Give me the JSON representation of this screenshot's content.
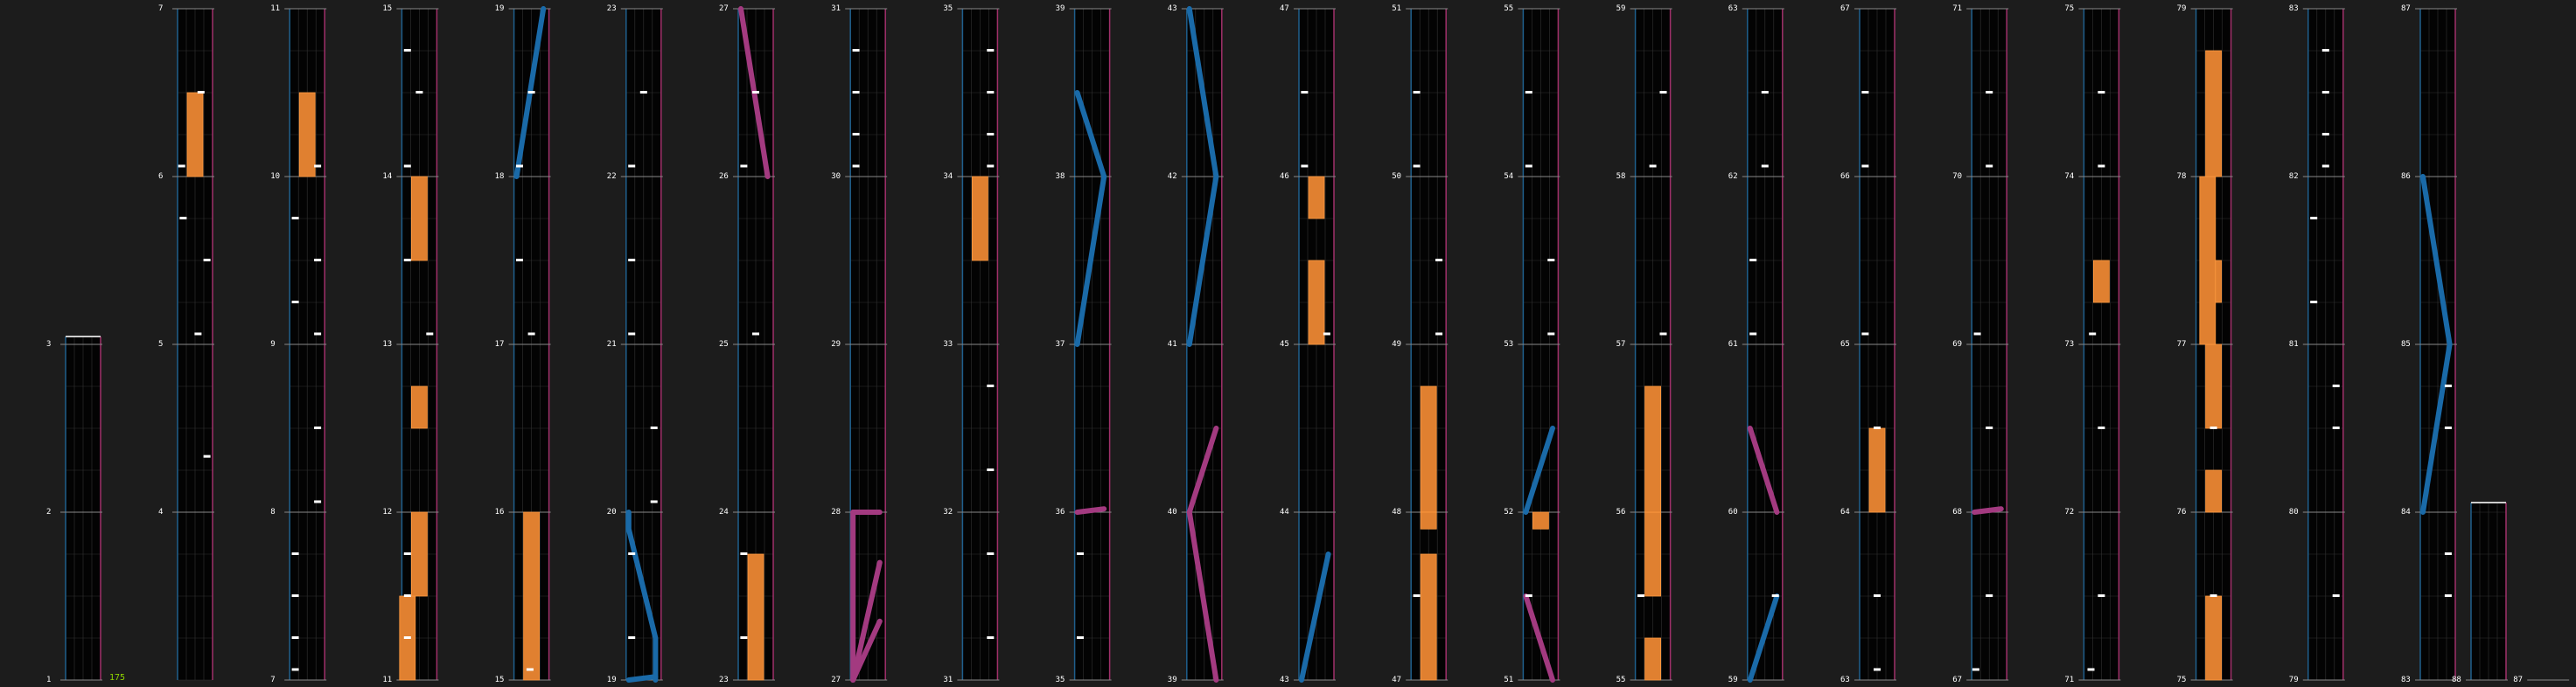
{
  "chart_data": {
    "type": "rhythm-game-chart",
    "difficulty_label": "175",
    "colors": {
      "background": "#1c1c1c",
      "lane_bg": "#030303",
      "left_line": "#1f5f8c",
      "right_line": "#a0306a",
      "grid_line": "#333333",
      "measure_line": "#8a8a8a",
      "note": "#ffffff",
      "hold": "#e08030",
      "slide_left": "#1a6aa8",
      "slide_right": "#a33a80",
      "number": "#ffffff",
      "level": "#8fd400"
    },
    "measure_labels": [
      "1",
      "2",
      "3",
      "4",
      "5",
      "6",
      "7",
      "8",
      "9",
      "10",
      "11",
      "12",
      "13",
      "14",
      "15",
      "16",
      "17",
      "18",
      "19",
      "20",
      "21",
      "22",
      "23",
      "24",
      "25",
      "26",
      "27",
      "28",
      "29",
      "30",
      "31",
      "32",
      "33",
      "34",
      "35",
      "36",
      "37",
      "38",
      "39",
      "40",
      "41",
      "42",
      "43",
      "44",
      "45",
      "46",
      "47",
      "48",
      "49",
      "50",
      "51",
      "52",
      "53",
      "54",
      "55",
      "56",
      "57",
      "58",
      "59",
      "60",
      "61",
      "62",
      "63",
      "64",
      "65",
      "66",
      "67",
      "68",
      "69",
      "70",
      "71",
      "72",
      "73",
      "74",
      "75",
      "76",
      "77",
      "78",
      "79",
      "80",
      "81",
      "82",
      "83",
      "84",
      "85",
      "86",
      "87",
      "88"
    ],
    "columns": [
      {
        "first": 3,
        "last": 7
      },
      {
        "first": 7,
        "last": 11
      },
      {
        "first": 11,
        "last": 15
      },
      {
        "first": 15,
        "last": 19
      },
      {
        "first": 19,
        "last": 23
      },
      {
        "first": 23,
        "last": 27
      },
      {
        "first": 27,
        "last": 31
      },
      {
        "first": 31,
        "last": 35
      },
      {
        "first": 35,
        "last": 39
      },
      {
        "first": 39,
        "last": 43
      },
      {
        "first": 43,
        "last": 47
      },
      {
        "first": 47,
        "last": 51
      },
      {
        "first": 51,
        "last": 55
      },
      {
        "first": 55,
        "last": 59
      },
      {
        "first": 59,
        "last": 63
      },
      {
        "first": 63,
        "last": 67
      },
      {
        "first": 67,
        "last": 71
      },
      {
        "first": 71,
        "last": 75
      },
      {
        "first": 75,
        "last": 79
      },
      {
        "first": 79,
        "last": 83
      },
      {
        "first": 83,
        "last": 87
      },
      {
        "first": 87,
        "last": 88
      }
    ],
    "notes": [
      [
        4,
        0.33,
        0.9
      ],
      [
        5,
        0.06,
        0.6
      ],
      [
        5,
        0.5,
        0.9
      ],
      [
        5,
        0.75,
        0.1
      ],
      [
        6,
        0.06,
        0.05
      ],
      [
        6,
        0.5,
        0.7
      ],
      [
        7,
        0.06,
        0.1
      ],
      [
        7,
        0.25,
        0.1
      ],
      [
        7,
        0.5,
        0.1
      ],
      [
        7,
        0.75,
        0.1
      ],
      [
        8,
        0.06,
        0.85
      ],
      [
        8,
        0.5,
        0.85
      ],
      [
        9,
        0.06,
        0.85
      ],
      [
        9,
        0.25,
        0.1
      ],
      [
        9,
        0.5,
        0.85
      ],
      [
        9,
        0.75,
        0.1
      ],
      [
        10,
        0.06,
        0.85
      ],
      [
        11,
        0.25,
        0.1
      ],
      [
        11,
        0.5,
        0.1
      ],
      [
        11,
        0.75,
        0.1
      ],
      [
        13,
        0.06,
        0.85
      ],
      [
        13,
        0.5,
        0.1
      ],
      [
        14,
        0.06,
        0.1
      ],
      [
        14,
        0.5,
        0.5
      ],
      [
        14,
        0.75,
        0.1
      ],
      [
        15,
        0.06,
        0.45
      ],
      [
        17,
        0.06,
        0.5
      ],
      [
        17,
        0.5,
        0.1
      ],
      [
        18,
        0.06,
        0.1
      ],
      [
        18,
        0.5,
        0.5
      ],
      [
        19,
        0.25,
        0.1
      ],
      [
        19,
        0.75,
        0.1
      ],
      [
        20,
        0.06,
        0.85
      ],
      [
        20,
        0.5,
        0.85
      ],
      [
        21,
        0.06,
        0.1
      ],
      [
        21,
        0.5,
        0.1
      ],
      [
        22,
        0.06,
        0.1
      ],
      [
        22,
        0.5,
        0.5
      ],
      [
        23,
        0.25,
        0.1
      ],
      [
        23,
        0.75,
        0.1
      ],
      [
        25,
        0.06,
        0.5
      ],
      [
        26,
        0.06,
        0.1
      ],
      [
        26,
        0.5,
        0.5
      ],
      [
        30,
        0.06,
        0.1
      ],
      [
        30,
        0.25,
        0.1
      ],
      [
        30,
        0.5,
        0.1
      ],
      [
        30,
        0.75,
        0.1
      ],
      [
        31,
        0.25,
        0.85
      ],
      [
        31,
        0.75,
        0.85
      ],
      [
        32,
        0.25,
        0.85
      ],
      [
        32,
        0.75,
        0.85
      ],
      [
        34,
        0.06,
        0.85
      ],
      [
        34,
        0.25,
        0.85
      ],
      [
        34,
        0.5,
        0.85
      ],
      [
        34,
        0.75,
        0.85
      ],
      [
        35,
        0.25,
        0.1
      ],
      [
        35,
        0.75,
        0.1
      ],
      [
        45,
        0.06,
        0.85
      ],
      [
        46,
        0.06,
        0.1
      ],
      [
        46,
        0.5,
        0.1
      ],
      [
        47,
        0.5,
        0.1
      ],
      [
        49,
        0.06,
        0.85
      ],
      [
        49,
        0.5,
        0.85
      ],
      [
        50,
        0.06,
        0.1
      ],
      [
        50,
        0.5,
        0.1
      ],
      [
        51,
        0.5,
        0.1
      ],
      [
        53,
        0.06,
        0.85
      ],
      [
        53,
        0.5,
        0.85
      ],
      [
        54,
        0.06,
        0.1
      ],
      [
        54,
        0.5,
        0.1
      ],
      [
        55,
        0.5,
        0.1
      ],
      [
        57,
        0.06,
        0.85
      ],
      [
        58,
        0.06,
        0.5
      ],
      [
        58,
        0.5,
        0.85
      ],
      [
        59,
        0.5,
        0.85
      ],
      [
        61,
        0.06,
        0.1
      ],
      [
        61,
        0.5,
        0.1
      ],
      [
        62,
        0.06,
        0.5
      ],
      [
        62,
        0.5,
        0.5
      ],
      [
        63,
        0.06,
        0.5
      ],
      [
        63,
        0.5,
        0.5
      ],
      [
        64,
        0.5,
        0.5
      ],
      [
        65,
        0.06,
        0.1
      ],
      [
        66,
        0.06,
        0.1
      ],
      [
        66,
        0.5,
        0.1
      ],
      [
        67,
        0.5,
        0.5
      ],
      [
        67,
        0.06,
        0.05
      ],
      [
        68,
        0.5,
        0.5
      ],
      [
        69,
        0.06,
        0.1
      ],
      [
        70,
        0.06,
        0.5
      ],
      [
        70,
        0.5,
        0.5
      ],
      [
        71,
        0.5,
        0.5
      ],
      [
        71,
        0.06,
        0.15
      ],
      [
        72,
        0.5,
        0.5
      ],
      [
        73,
        0.06,
        0.2
      ],
      [
        74,
        0.06,
        0.5
      ],
      [
        74,
        0.5,
        0.5
      ],
      [
        75,
        0.5,
        0.5
      ],
      [
        76,
        0.5,
        0.5
      ],
      [
        79,
        0.5,
        0.85
      ],
      [
        80,
        0.5,
        0.85
      ],
      [
        80,
        0.75,
        0.85
      ],
      [
        81,
        0.25,
        0.1
      ],
      [
        81,
        0.75,
        0.1
      ],
      [
        82,
        0.06,
        0.5
      ],
      [
        82,
        0.25,
        0.5
      ],
      [
        82,
        0.5,
        0.5
      ],
      [
        82,
        0.75,
        0.5
      ],
      [
        83,
        0.5,
        0.85
      ],
      [
        83,
        0.75,
        0.85
      ],
      [
        84,
        0.5,
        0.85
      ],
      [
        84,
        0.75,
        0.85
      ]
    ],
    "holds": [
      [
        6,
        0.0,
        0.5,
        0.5
      ],
      [
        10,
        0.0,
        0.5,
        0.5
      ],
      [
        11,
        0.0,
        0.5,
        0.1
      ],
      [
        12,
        0.5,
        0.75,
        0.5
      ],
      [
        11,
        0.5,
        1.0,
        0.5
      ],
      [
        13,
        0.5,
        1.0,
        0.5
      ],
      [
        15,
        0.0,
        1.0,
        0.5
      ],
      [
        23,
        0.0,
        0.75,
        0.5
      ],
      [
        33,
        0.5,
        1.0,
        0.5
      ],
      [
        45,
        0.75,
        1.0,
        0.5
      ],
      [
        45,
        0.0,
        0.5,
        0.5
      ],
      [
        47,
        0.0,
        0.75,
        0.5
      ],
      [
        48,
        0.0,
        0.75,
        0.5
      ],
      [
        55,
        0.5,
        1.0,
        0.5
      ],
      [
        55,
        0.0,
        0.25,
        0.5
      ],
      [
        56,
        0.0,
        0.75,
        0.5
      ],
      [
        64,
        0.0,
        0.5,
        0.5
      ],
      [
        73,
        0.25,
        0.5,
        0.5
      ],
      [
        75,
        0.0,
        0.5,
        0.5
      ],
      [
        76,
        0.5,
        1.0,
        0.5
      ],
      [
        76,
        0.0,
        0.25,
        0.5
      ],
      [
        77,
        0.25,
        0.5,
        0.5
      ],
      [
        77,
        0.0,
        1.0,
        0.3
      ],
      [
        78,
        0.0,
        0.75,
        0.5
      ],
      [
        47,
        0.9,
        1.0,
        0.5
      ],
      [
        51,
        0.9,
        1.0,
        0.5
      ]
    ],
    "slides": [
      {
        "side": "left",
        "pts": [
          [
            18,
            0.0,
            0.0
          ],
          [
            18,
            1.0,
            0.9
          ]
        ]
      },
      {
        "side": "left",
        "pts": [
          [
            19,
            0.0,
            0.9
          ],
          [
            19,
            0.25,
            0.9
          ],
          [
            19,
            0.9,
            0.0
          ],
          [
            19,
            1.0,
            0.0
          ]
        ]
      },
      {
        "side": "left",
        "pts": [
          [
            19,
            0.0,
            0.0
          ],
          [
            19,
            0.02,
            0.9
          ]
        ]
      },
      {
        "side": "right",
        "pts": [
          [
            26,
            0.0,
            0.9
          ],
          [
            26,
            1.0,
            0.0
          ]
        ]
      },
      {
        "side": "right",
        "pts": [
          [
            27,
            0.0,
            0.0
          ],
          [
            27,
            0.25,
            0.0
          ],
          [
            27,
            1.0,
            0.0
          ]
        ]
      },
      {
        "side": "right",
        "pts": [
          [
            27,
            0.0,
            0.0
          ],
          [
            27,
            0.7,
            0.9
          ]
        ]
      },
      {
        "side": "right",
        "pts": [
          [
            28,
            0.0,
            0.9
          ],
          [
            28,
            0.0,
            0.0
          ]
        ]
      },
      {
        "side": "right",
        "pts": [
          [
            27,
            0.0,
            0.0
          ],
          [
            27,
            0.35,
            0.9
          ]
        ]
      },
      {
        "side": "left",
        "pts": [
          [
            37,
            0.0,
            0.0
          ],
          [
            37,
            1.0,
            0.9
          ]
        ]
      },
      {
        "side": "left",
        "pts": [
          [
            38,
            0.0,
            0.9
          ],
          [
            38,
            0.5,
            0.0
          ]
        ]
      },
      {
        "side": "left",
        "pts": [
          [
            41,
            0.0,
            0.0
          ],
          [
            41,
            1.0,
            0.9
          ]
        ]
      },
      {
        "side": "left",
        "pts": [
          [
            42,
            0.0,
            0.9
          ],
          [
            42,
            1.0,
            0.0
          ]
        ]
      },
      {
        "side": "right",
        "pts": [
          [
            36,
            0.0,
            0.0
          ],
          [
            36,
            0.02,
            0.9
          ]
        ]
      },
      {
        "side": "right",
        "pts": [
          [
            39,
            0.0,
            0.9
          ],
          [
            39,
            1.0,
            0.0
          ]
        ]
      },
      {
        "side": "right",
        "pts": [
          [
            40,
            0.0,
            0.0
          ],
          [
            40,
            0.5,
            0.9
          ]
        ]
      },
      {
        "side": "left",
        "pts": [
          [
            43,
            0.0,
            0.0
          ],
          [
            43,
            0.75,
            0.9
          ]
        ]
      },
      {
        "side": "right",
        "pts": [
          [
            51,
            0.0,
            0.9
          ],
          [
            51,
            0.5,
            0.0
          ]
        ]
      },
      {
        "side": "left",
        "pts": [
          [
            52,
            0.0,
            0.0
          ],
          [
            52,
            0.5,
            0.9
          ]
        ]
      },
      {
        "side": "left",
        "pts": [
          [
            59,
            0.0,
            0.0
          ],
          [
            59,
            0.5,
            0.9
          ]
        ]
      },
      {
        "side": "right",
        "pts": [
          [
            60,
            0.0,
            0.9
          ],
          [
            60,
            0.5,
            0.0
          ]
        ]
      },
      {
        "side": "right",
        "pts": [
          [
            68,
            0.0,
            0.0
          ],
          [
            68,
            0.02,
            0.9
          ]
        ]
      },
      {
        "side": "left",
        "pts": [
          [
            84,
            0.0,
            0.0
          ],
          [
            84,
            1.0,
            0.9
          ]
        ]
      },
      {
        "side": "left",
        "pts": [
          [
            85,
            0.0,
            0.9
          ],
          [
            85,
            1.0,
            0.0
          ]
        ]
      }
    ]
  }
}
